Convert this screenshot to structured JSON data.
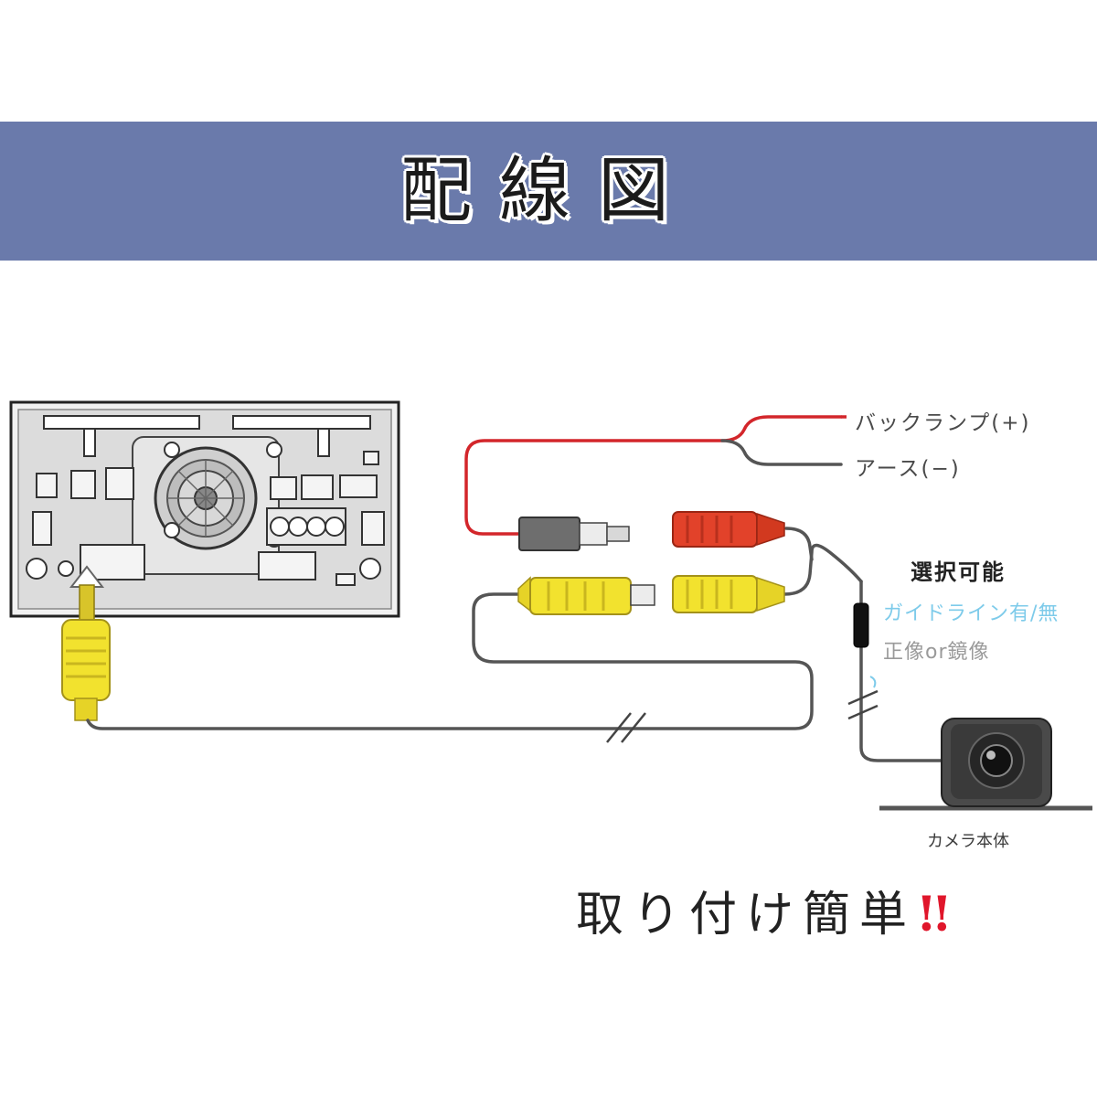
{
  "header": {
    "title": "配線図"
  },
  "wires": {
    "back_lamp": "バックランプ(+)",
    "ground": "アース(−)"
  },
  "options": {
    "title": "選択可能",
    "guideline": "ガイドライン有/無",
    "mirror": "正像or鏡像"
  },
  "camera": {
    "label": "カメラ本体"
  },
  "caption": {
    "text": "取り付け簡単",
    "emphasis": "!!"
  },
  "colors": {
    "banner": "#6a7aab",
    "power_wire": "#d3262b",
    "signal_wire": "#555555",
    "rca_yellow": "#f2e22e",
    "rca_red": "#e2422a",
    "guideline_text": "#7ecbea"
  }
}
